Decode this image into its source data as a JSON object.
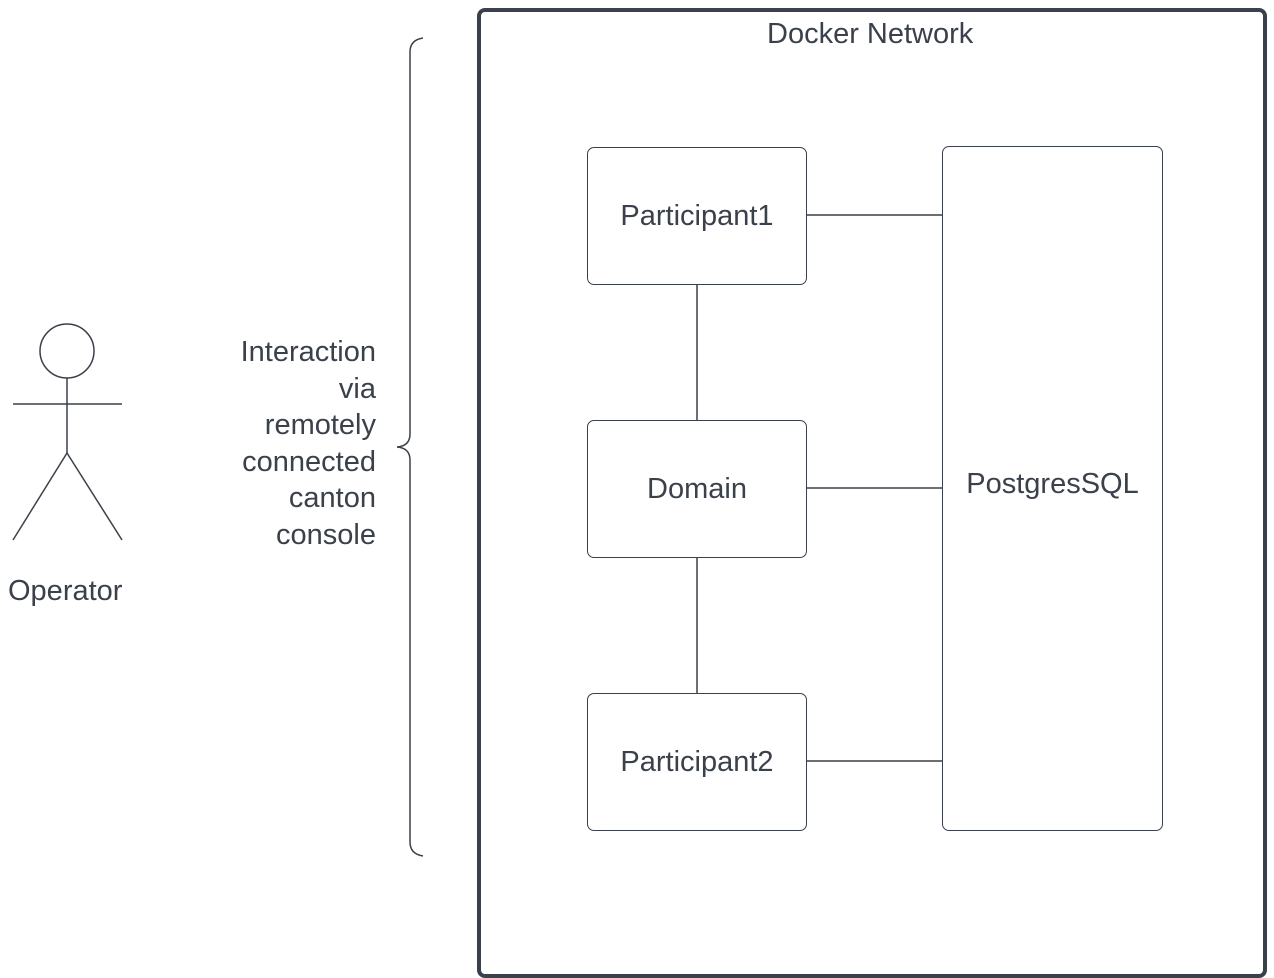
{
  "diagram": {
    "network_title": "Docker Network",
    "actor_label": "Operator",
    "interaction_lines": [
      "Interaction",
      "via",
      "remotely",
      "connected",
      "canton",
      "console"
    ],
    "nodes": {
      "participant1": "Participant1",
      "domain": "Domain",
      "participant2": "Participant2",
      "database": "PostgresSQL"
    },
    "edges": [
      [
        "Participant1",
        "Domain"
      ],
      [
        "Domain",
        "Participant2"
      ],
      [
        "Participant1",
        "PostgresSQL"
      ],
      [
        "Domain",
        "PostgresSQL"
      ],
      [
        "Participant2",
        "PostgresSQL"
      ]
    ],
    "colors": {
      "stroke": "#3a414a",
      "text": "#3a414a",
      "background": "#ffffff"
    }
  }
}
